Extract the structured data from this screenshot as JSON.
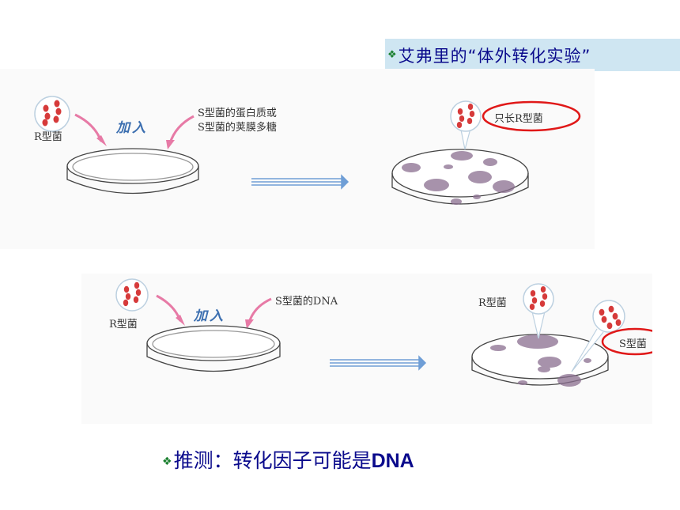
{
  "title": "艾弗里的“体外转化实验”",
  "experiment1": {
    "bacteria_label": "R型菌",
    "add_label": "加入",
    "added_substance": [
      "S型菌的蛋白质或",
      "S型菌的荚膜多糖"
    ],
    "result_label": "只长R型菌"
  },
  "experiment2": {
    "bacteria_label": "R型菌",
    "add_label": "加入",
    "added_substance": "S型菌的DNA",
    "result_label_r": "R型菌",
    "result_label_s": "S型菌"
  },
  "conclusion": {
    "text": "推测：转化因子可能是",
    "highlight": "DNA"
  },
  "colors": {
    "title_text": "#0a0a8c",
    "title_bg": "#cfe6f2",
    "bullet": "#1a7f2e",
    "highlight_ring": "#e01818",
    "arrow": "#6f9ed6",
    "colony": "#8a6e8f",
    "bacteria": "#d63a3a"
  },
  "icons": [
    "bullet-diamond-icon",
    "bacteria-cluster-icon",
    "petri-dish-icon",
    "right-arrow-icon",
    "pink-arrow-icon"
  ]
}
